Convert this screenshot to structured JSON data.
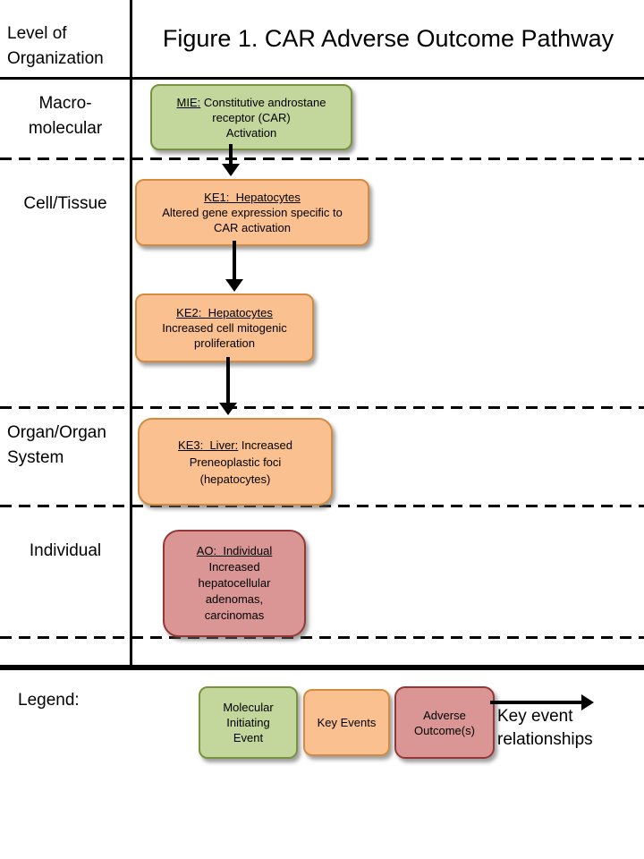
{
  "colors": {
    "green-fill": "#c3d69b",
    "green-border": "#77933c",
    "orange-fill": "#fac090",
    "orange-border": "#d38b42",
    "red-fill": "#d99694",
    "red-border": "#953735"
  },
  "header": {
    "axis_label_line1": "Level of",
    "axis_label_line2": "Organization",
    "title": "Figure 1. CAR Adverse Outcome Pathway"
  },
  "levels": {
    "macromolecular_line1": "Macro-",
    "macromolecular_line2": "molecular",
    "cell_tissue": "Cell/Tissue",
    "organ_line1": "Organ/Organ",
    "organ_line2": "System",
    "individual": "Individual"
  },
  "nodes": {
    "mie": {
      "heading": "MIE:",
      "heading_rest": " Constitutive androstane",
      "lines": [
        "receptor (CAR)",
        "Activation"
      ]
    },
    "ke1": {
      "heading": "KE1:  Hepatocytes",
      "lines": [
        "Altered gene expression specific to",
        "CAR activation"
      ]
    },
    "ke2": {
      "heading": "KE2:  Hepatocytes",
      "lines": [
        "Increased cell mitogenic",
        "proliferation"
      ]
    },
    "ke3": {
      "heading": "KE3:  Liver:",
      "heading_rest": " Increased",
      "lines": [
        "Preneoplastic foci",
        "(hepatocytes)"
      ]
    },
    "ao": {
      "heading": "AO:  Individual",
      "lines": [
        "Increased",
        "hepatocellular",
        "adenomas,",
        "carcinomas"
      ]
    }
  },
  "legend": {
    "label": "Legend:",
    "mie_lines": [
      "Molecular",
      "Initiating",
      "Event"
    ],
    "ke_lines": [
      "Key Events"
    ],
    "ao_lines": [
      "Adverse",
      "Outcome(s)"
    ],
    "arrow_label_line1": "Key event",
    "arrow_label_line2": "relationships"
  }
}
